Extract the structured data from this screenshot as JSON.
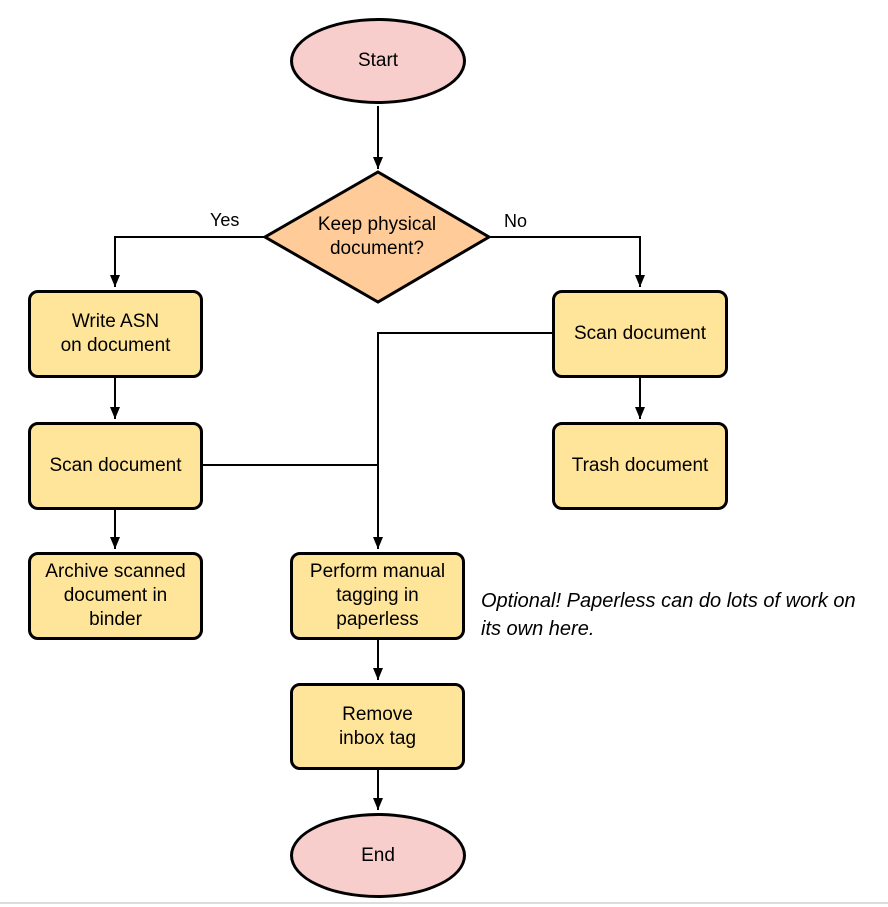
{
  "colors": {
    "terminal_fill": "#f8cecc",
    "decision_fill": "#ffcc99",
    "process_fill": "#ffe599",
    "stroke": "#000000",
    "line": "#000000",
    "bottom_rule": "#dcdcdc"
  },
  "nodes": {
    "start": {
      "label": "Start"
    },
    "decision": {
      "label": [
        "Keep physical",
        "document?"
      ]
    },
    "write_asn": {
      "label": [
        "Write ASN",
        "on document"
      ]
    },
    "scan_left": {
      "label": "Scan document"
    },
    "archive": {
      "label": [
        "Archive scanned",
        "document in",
        "binder"
      ]
    },
    "scan_right": {
      "label": "Scan document"
    },
    "trash": {
      "label": "Trash document"
    },
    "tagging": {
      "label": [
        "Perform manual",
        "tagging in",
        "paperless"
      ]
    },
    "remove_inbox": {
      "label": [
        "Remove",
        "inbox tag"
      ]
    },
    "end": {
      "label": "End"
    }
  },
  "edge_labels": {
    "yes": "Yes",
    "no": "No"
  },
  "annotation": {
    "text": [
      "Optional! Paperless can do lots of work on",
      "its own here."
    ]
  }
}
